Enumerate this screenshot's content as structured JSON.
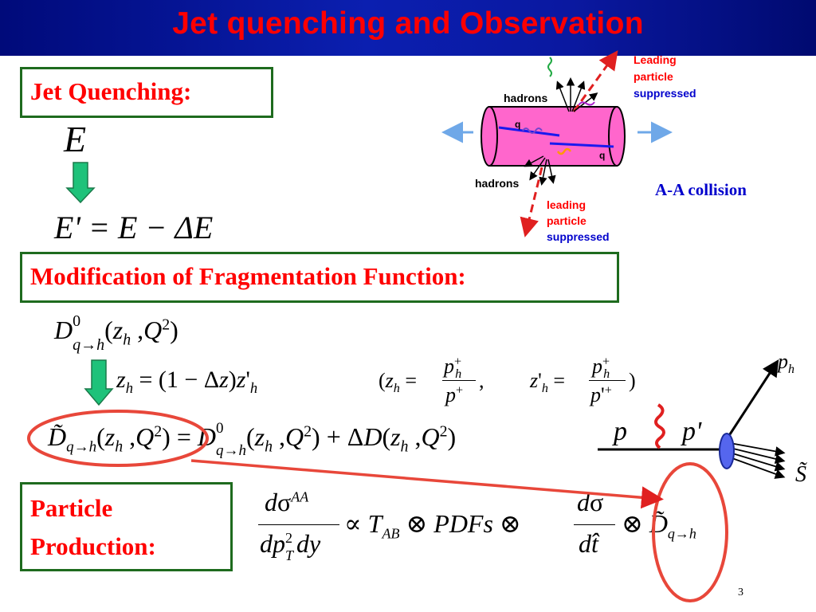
{
  "slide": {
    "title": "Jet quenching and Observation",
    "page_number": "3"
  },
  "sections": {
    "jet_quenching": "Jet Quenching:",
    "modification": "Modification of Fragmentation Function:",
    "particle_production_line1": "Particle",
    "particle_production_line2": "Production:"
  },
  "equations": {
    "energy": "E",
    "energy_loss": "E' = E − ΔE"
  },
  "diagram": {
    "leading_top_1": "Leading",
    "leading_top_2": "particle",
    "leading_top_3": "suppressed",
    "leading_bottom_1": "leading",
    "leading_bottom_2": "particle",
    "leading_bottom_3": "suppressed",
    "hadrons_top": "hadrons",
    "hadrons_bottom": "hadrons",
    "quark_left": "q",
    "quark_right": "q",
    "collision_label": "A-A collision",
    "p_h": "p",
    "p_h_sub": "h",
    "p": "p",
    "p_prime": "p'",
    "s_tilde": "S̃"
  },
  "colors": {
    "title_text": "#ff0000",
    "title_bar": "#0b1fb0",
    "box_border": "#1e6b1e",
    "highlight_ellipse": "#e8473a",
    "arrow_green": "#1ec27a",
    "tube_pink": "#ff66cc",
    "label_blue": "#0000cc"
  }
}
